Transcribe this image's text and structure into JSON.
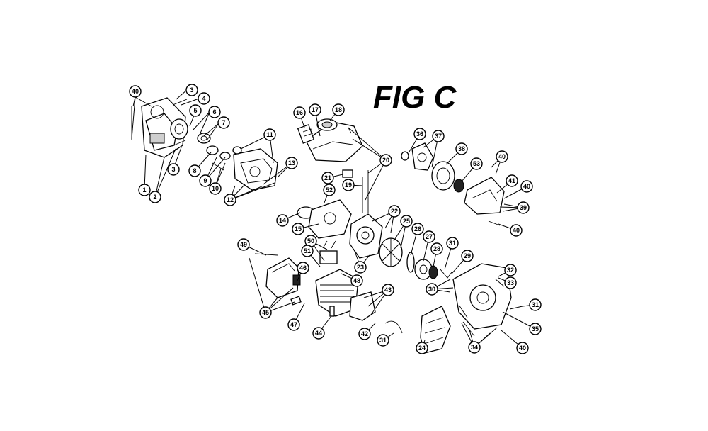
{
  "figure": {
    "title": "FIG C"
  },
  "callouts": [
    {
      "label": "40"
    },
    {
      "label": "3"
    },
    {
      "label": "4"
    },
    {
      "label": "5"
    },
    {
      "label": "6"
    },
    {
      "label": "7"
    },
    {
      "label": "3"
    },
    {
      "label": "8"
    },
    {
      "label": "9"
    },
    {
      "label": "10"
    },
    {
      "label": "11"
    },
    {
      "label": "13"
    },
    {
      "label": "12"
    },
    {
      "label": "1"
    },
    {
      "label": "2"
    },
    {
      "label": "16"
    },
    {
      "label": "17"
    },
    {
      "label": "18"
    },
    {
      "label": "20"
    },
    {
      "label": "21"
    },
    {
      "label": "19"
    },
    {
      "label": "52"
    },
    {
      "label": "14"
    },
    {
      "label": "15"
    },
    {
      "label": "22"
    },
    {
      "label": "25"
    },
    {
      "label": "26"
    },
    {
      "label": "27"
    },
    {
      "label": "28"
    },
    {
      "label": "29"
    },
    {
      "label": "31"
    },
    {
      "label": "23"
    },
    {
      "label": "36"
    },
    {
      "label": "37"
    },
    {
      "label": "38"
    },
    {
      "label": "53"
    },
    {
      "label": "40"
    },
    {
      "label": "41"
    },
    {
      "label": "40"
    },
    {
      "label": "39"
    },
    {
      "label": "40"
    },
    {
      "label": "49"
    },
    {
      "label": "50"
    },
    {
      "label": "51"
    },
    {
      "label": "46"
    },
    {
      "label": "48"
    },
    {
      "label": "43"
    },
    {
      "label": "45"
    },
    {
      "label": "47"
    },
    {
      "label": "44"
    },
    {
      "label": "42"
    },
    {
      "label": "31"
    },
    {
      "label": "24"
    },
    {
      "label": "32"
    },
    {
      "label": "33"
    },
    {
      "label": "30"
    },
    {
      "label": "31"
    },
    {
      "label": "35"
    },
    {
      "label": "34"
    },
    {
      "label": "40"
    }
  ]
}
